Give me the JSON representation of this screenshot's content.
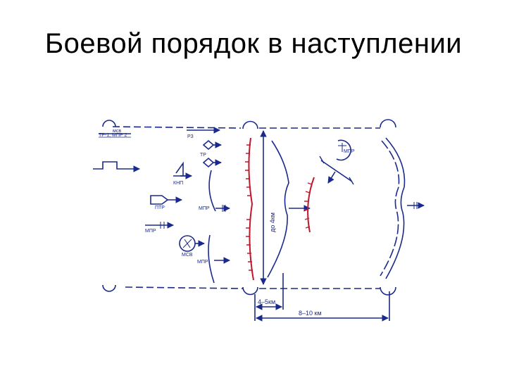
{
  "slide": {
    "title": "Боевой порядок в наступлении"
  },
  "diagram": {
    "stroke_color": "#1a2a8c",
    "enemy_color": "#c0182a",
    "labels": {
      "unit_top_a": "мсв",
      "unit_top_b": "ТР-1, МПР 2",
      "rz": "РЗ",
      "tr": "ТР",
      "knp": "КНП",
      "ptr": "ПТР",
      "mpr_left": "МПР",
      "mpr_mid_upper": "МПР",
      "mpr_mid_lower": "МПР",
      "mpr_circle": "МПР",
      "mpr_tank": "МСВ",
      "depth_vertical": "до 4км",
      "dist_short": "4–5км",
      "dist_long": "8–10 км"
    }
  }
}
